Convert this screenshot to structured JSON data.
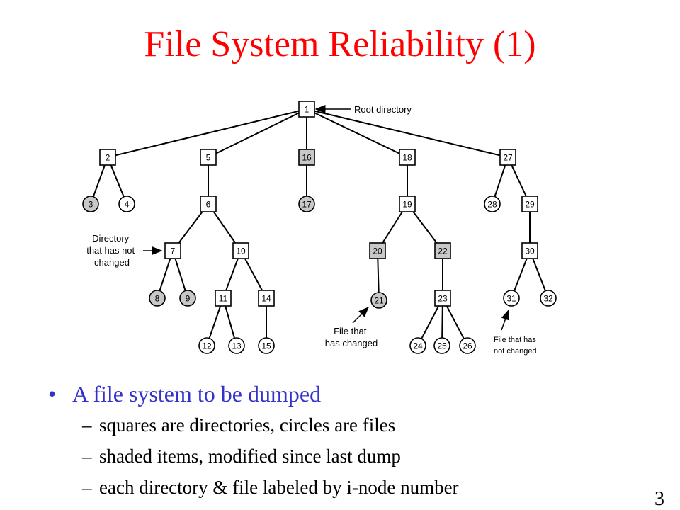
{
  "title": "File System Reliability (1)",
  "diagram": {
    "colors": {
      "shaded": "#c8c8c8",
      "plain": "#ffffff",
      "stroke": "#000000"
    },
    "nodes": [
      {
        "id": "1",
        "kind": "dir",
        "shaded": false
      },
      {
        "id": "2",
        "kind": "dir",
        "shaded": false
      },
      {
        "id": "3",
        "kind": "file",
        "shaded": true
      },
      {
        "id": "4",
        "kind": "file",
        "shaded": false
      },
      {
        "id": "5",
        "kind": "dir",
        "shaded": false
      },
      {
        "id": "6",
        "kind": "dir",
        "shaded": false
      },
      {
        "id": "7",
        "kind": "dir",
        "shaded": false
      },
      {
        "id": "8",
        "kind": "file",
        "shaded": true
      },
      {
        "id": "9",
        "kind": "file",
        "shaded": true
      },
      {
        "id": "10",
        "kind": "dir",
        "shaded": false
      },
      {
        "id": "11",
        "kind": "dir",
        "shaded": false
      },
      {
        "id": "12",
        "kind": "file",
        "shaded": false
      },
      {
        "id": "13",
        "kind": "file",
        "shaded": false
      },
      {
        "id": "14",
        "kind": "dir",
        "shaded": false
      },
      {
        "id": "15",
        "kind": "file",
        "shaded": false
      },
      {
        "id": "16",
        "kind": "dir",
        "shaded": true
      },
      {
        "id": "17",
        "kind": "file",
        "shaded": true
      },
      {
        "id": "18",
        "kind": "dir",
        "shaded": false
      },
      {
        "id": "19",
        "kind": "dir",
        "shaded": false
      },
      {
        "id": "20",
        "kind": "dir",
        "shaded": true
      },
      {
        "id": "21",
        "kind": "file",
        "shaded": true
      },
      {
        "id": "22",
        "kind": "dir",
        "shaded": true
      },
      {
        "id": "23",
        "kind": "dir",
        "shaded": false
      },
      {
        "id": "24",
        "kind": "file",
        "shaded": false
      },
      {
        "id": "25",
        "kind": "file",
        "shaded": false
      },
      {
        "id": "26",
        "kind": "file",
        "shaded": false
      },
      {
        "id": "27",
        "kind": "dir",
        "shaded": false
      },
      {
        "id": "28",
        "kind": "file",
        "shaded": false
      },
      {
        "id": "29",
        "kind": "dir",
        "shaded": false
      },
      {
        "id": "30",
        "kind": "dir",
        "shaded": false
      },
      {
        "id": "31",
        "kind": "file",
        "shaded": false
      },
      {
        "id": "32",
        "kind": "file",
        "shaded": false
      }
    ],
    "edges": [
      [
        "1",
        "2"
      ],
      [
        "1",
        "5"
      ],
      [
        "1",
        "16"
      ],
      [
        "1",
        "18"
      ],
      [
        "1",
        "27"
      ],
      [
        "2",
        "3"
      ],
      [
        "2",
        "4"
      ],
      [
        "5",
        "6"
      ],
      [
        "6",
        "7"
      ],
      [
        "6",
        "10"
      ],
      [
        "7",
        "8"
      ],
      [
        "7",
        "9"
      ],
      [
        "10",
        "11"
      ],
      [
        "10",
        "14"
      ],
      [
        "11",
        "12"
      ],
      [
        "11",
        "13"
      ],
      [
        "14",
        "15"
      ],
      [
        "16",
        "17"
      ],
      [
        "18",
        "19"
      ],
      [
        "19",
        "20"
      ],
      [
        "19",
        "22"
      ],
      [
        "20",
        "21"
      ],
      [
        "22",
        "23"
      ],
      [
        "23",
        "24"
      ],
      [
        "23",
        "25"
      ],
      [
        "23",
        "26"
      ],
      [
        "27",
        "28"
      ],
      [
        "27",
        "29"
      ],
      [
        "29",
        "30"
      ],
      [
        "30",
        "31"
      ],
      [
        "30",
        "32"
      ]
    ],
    "annotations": {
      "root": "Root directory",
      "dir_unchanged": [
        "Directory",
        "that has not",
        "changed"
      ],
      "file_changed": [
        "File that",
        "has changed"
      ],
      "file_unchanged": [
        "File that has",
        "not changed"
      ]
    }
  },
  "bullets": {
    "main": "A file system to be dumped",
    "subs": [
      "squares are directories, circles are files",
      "shaded items, modified since last dump",
      "each directory & file labeled by i-node number"
    ]
  },
  "page_number": "3"
}
